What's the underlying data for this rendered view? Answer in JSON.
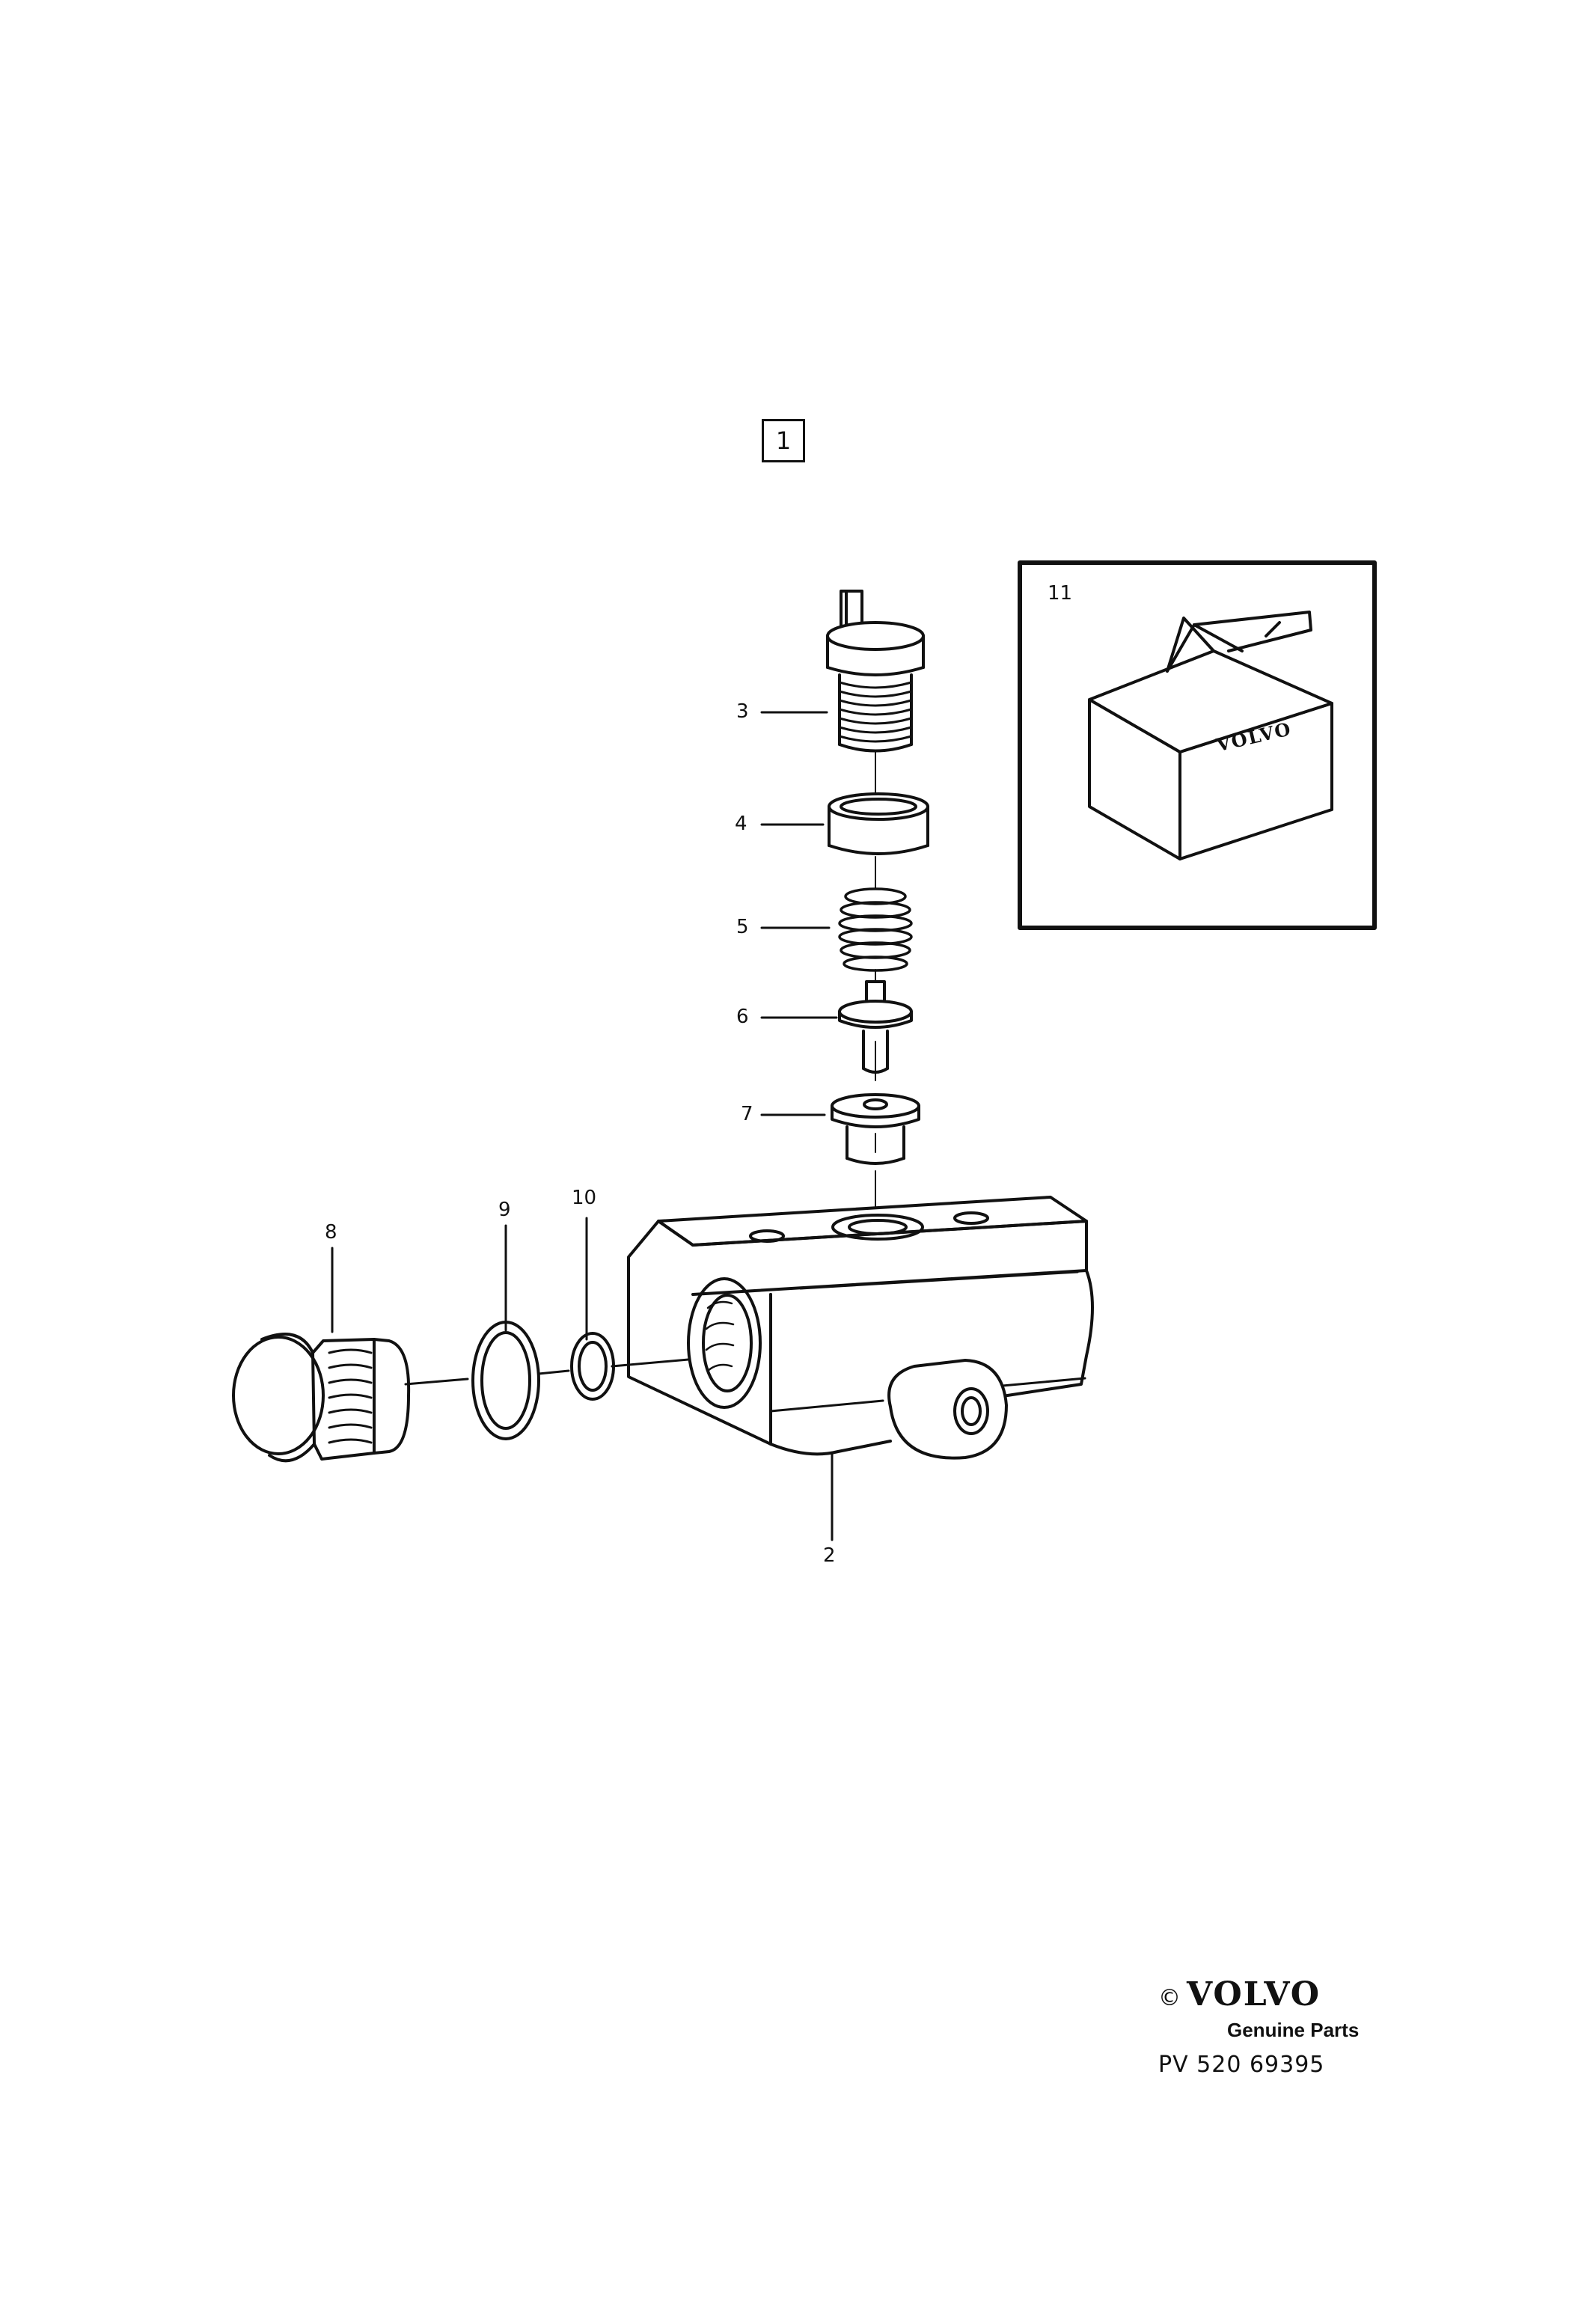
{
  "diagram": {
    "group_number": "1",
    "inset": {
      "number": "11",
      "box_brand": "VOLVO"
    },
    "callouts": [
      {
        "id": "2",
        "label": "2"
      },
      {
        "id": "3",
        "label": "3"
      },
      {
        "id": "4",
        "label": "4"
      },
      {
        "id": "5",
        "label": "5"
      },
      {
        "id": "6",
        "label": "6"
      },
      {
        "id": "7",
        "label": "7"
      },
      {
        "id": "8",
        "label": "8"
      },
      {
        "id": "9",
        "label": "9"
      },
      {
        "id": "10",
        "label": "10"
      }
    ]
  },
  "footer": {
    "copyright_symbol": "©",
    "brand": "VOLVO",
    "tagline": "Genuine Parts",
    "code": "PV 520 69395"
  },
  "colors": {
    "ink": "#111111",
    "paper": "#ffffff"
  }
}
